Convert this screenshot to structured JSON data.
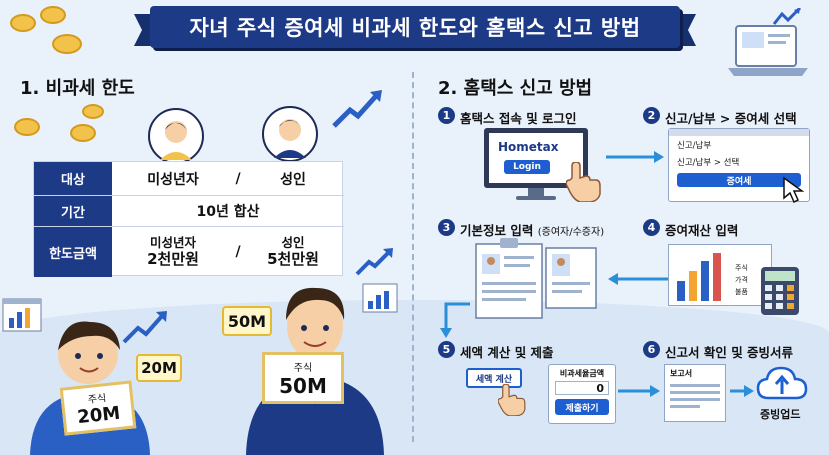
{
  "title": "자녀 주식 증여세 비과세 한도와 홈택스 신고 방법",
  "left": {
    "section_title": "1. 비과세 한도",
    "table": {
      "rows": [
        {
          "head": "대상",
          "cells": [
            "미성년자",
            "/",
            "성인"
          ]
        },
        {
          "head": "기간",
          "cells": [
            "10년 합산"
          ]
        },
        {
          "head": "한도금액",
          "cells": [
            "미성년자",
            "2천만원",
            "/",
            "성인",
            "5천만원"
          ]
        }
      ]
    },
    "child_tag": "20M",
    "child_cert_label": "주식",
    "child_cert_value": "20M",
    "adult_tag": "50M",
    "adult_cert_label": "주식",
    "adult_cert_value": "50M"
  },
  "right": {
    "section_title": "2. 홈택스 신고 방법",
    "steps": [
      {
        "num": "1",
        "label": "홈택스 접속 및 로그인"
      },
      {
        "num": "2",
        "label": "신고/납부 > 증여세 선택"
      },
      {
        "num": "3",
        "label": "기본정보 입력",
        "note": "(증여자/수증자)"
      },
      {
        "num": "4",
        "label": "증여재산 입력"
      },
      {
        "num": "5",
        "label": "세액 계산 및 제출"
      },
      {
        "num": "6",
        "label": "신고서 확인 및 증빙서류"
      }
    ],
    "hometax_logo": "Hometax",
    "login_button": "Login",
    "menu": {
      "item1": "신고/납부",
      "item2": "신고/납부 > 선택",
      "selected": "증여세"
    },
    "step4_list": [
      "주식",
      "가격",
      "불품"
    ],
    "calc_button": "세액 계산",
    "tax_box_label": "비과세율금액",
    "tax_box_value": "0",
    "submit_button": "제출하기",
    "report_label": "보고서",
    "upload_label": "증빙업드"
  },
  "colors": {
    "navy": "#1d3a87",
    "blue": "#1d5fd1",
    "bg": "#e9f1fb",
    "gold": "#f2c24b"
  }
}
